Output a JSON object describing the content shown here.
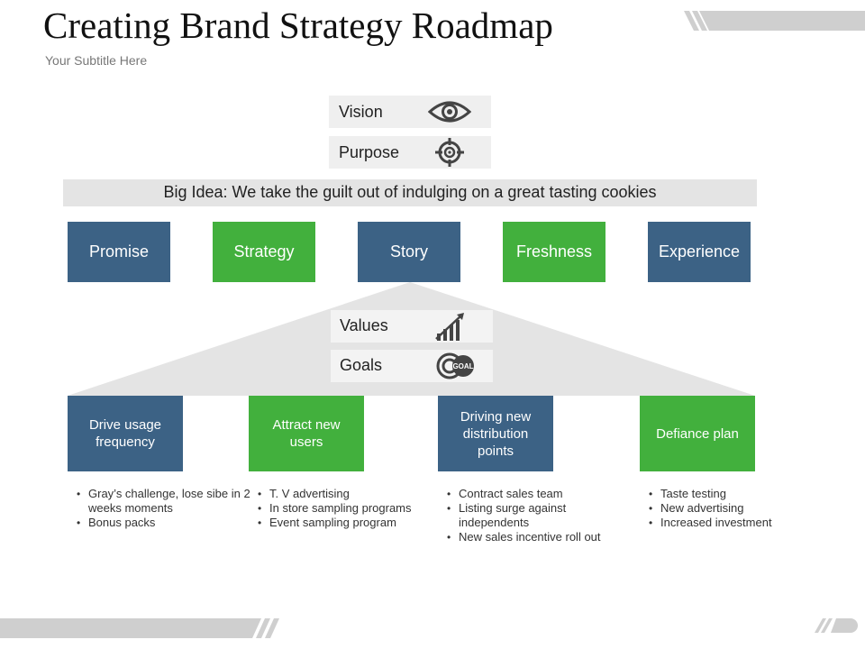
{
  "header": {
    "title": "Creating Brand Strategy Roadmap",
    "subtitle": "Your Subtitle Here"
  },
  "top_items": [
    {
      "label": "Vision",
      "icon": "eye-icon"
    },
    {
      "label": "Purpose",
      "icon": "target-icon"
    }
  ],
  "big_idea": "Big Idea: We take the guilt out of indulging on a great tasting cookies",
  "pillars": [
    "Promise",
    "Strategy",
    "Story",
    "Freshness",
    "Experience"
  ],
  "mid_items": [
    {
      "label": "Values",
      "icon": "growth-chart-icon"
    },
    {
      "label": "Goals",
      "icon": "goal-target-icon",
      "icon_text": "GOAL"
    }
  ],
  "initiatives": [
    {
      "title": "Drive usage frequency",
      "bullets": [
        "Gray’s challenge, lose sibe in 2 weeks moments",
        "Bonus packs"
      ]
    },
    {
      "title": "Attract new users",
      "bullets": [
        "T. V advertising",
        "In store sampling programs",
        "Event sampling program"
      ]
    },
    {
      "title": "Driving new distribution points",
      "bullets": [
        "Contract sales team",
        "Listing surge against independents",
        "New sales incentive roll out"
      ]
    },
    {
      "title": "Defiance plan",
      "bullets": [
        "Taste testing",
        "New advertising",
        "Increased investment"
      ]
    }
  ],
  "colors": {
    "blue": "#3c6285",
    "green": "#42b03d",
    "gray_band": "#e4e4e4",
    "light_box": "#efefef"
  }
}
